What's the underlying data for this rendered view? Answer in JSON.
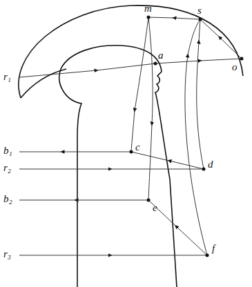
{
  "diagram": {
    "labels": [
      "m",
      "s",
      "o",
      "a",
      "c",
      "d",
      "e",
      "f",
      "r₁",
      "b₁",
      "r₂",
      "b₂",
      "r₃"
    ]
  }
}
